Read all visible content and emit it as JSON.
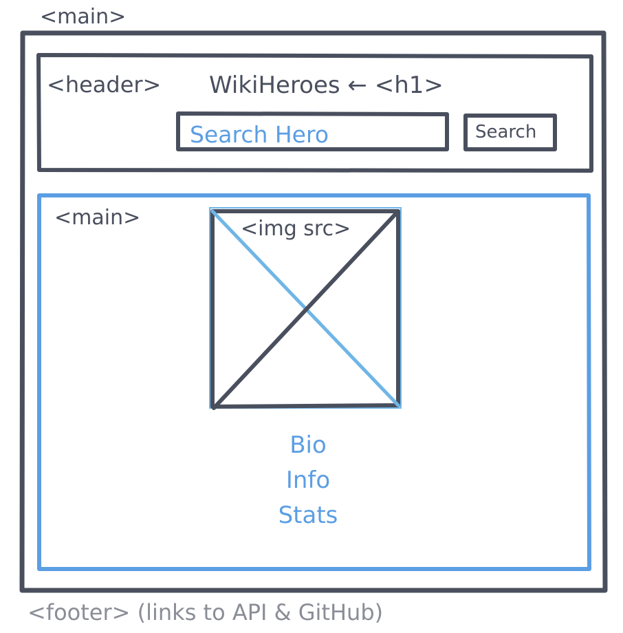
{
  "wireframe": {
    "outer_main_tag": "<main>",
    "header": {
      "tag": "<header>",
      "title": "WikiHeroes ← <h1>",
      "search": {
        "placeholder": "Search Hero",
        "button_label": "Search"
      }
    },
    "main": {
      "tag": "<main>",
      "image_placeholder": "<img src>",
      "links": [
        "Bio",
        "Info",
        "Stats"
      ]
    },
    "footer": "<footer> (links to API & GitHub)"
  },
  "colors": {
    "stroke_dark": "#4a4f5e",
    "accent_blue": "#5b9ee3",
    "cross_light_blue": "#6fb6e6",
    "footer_grey": "#8a8d96"
  }
}
